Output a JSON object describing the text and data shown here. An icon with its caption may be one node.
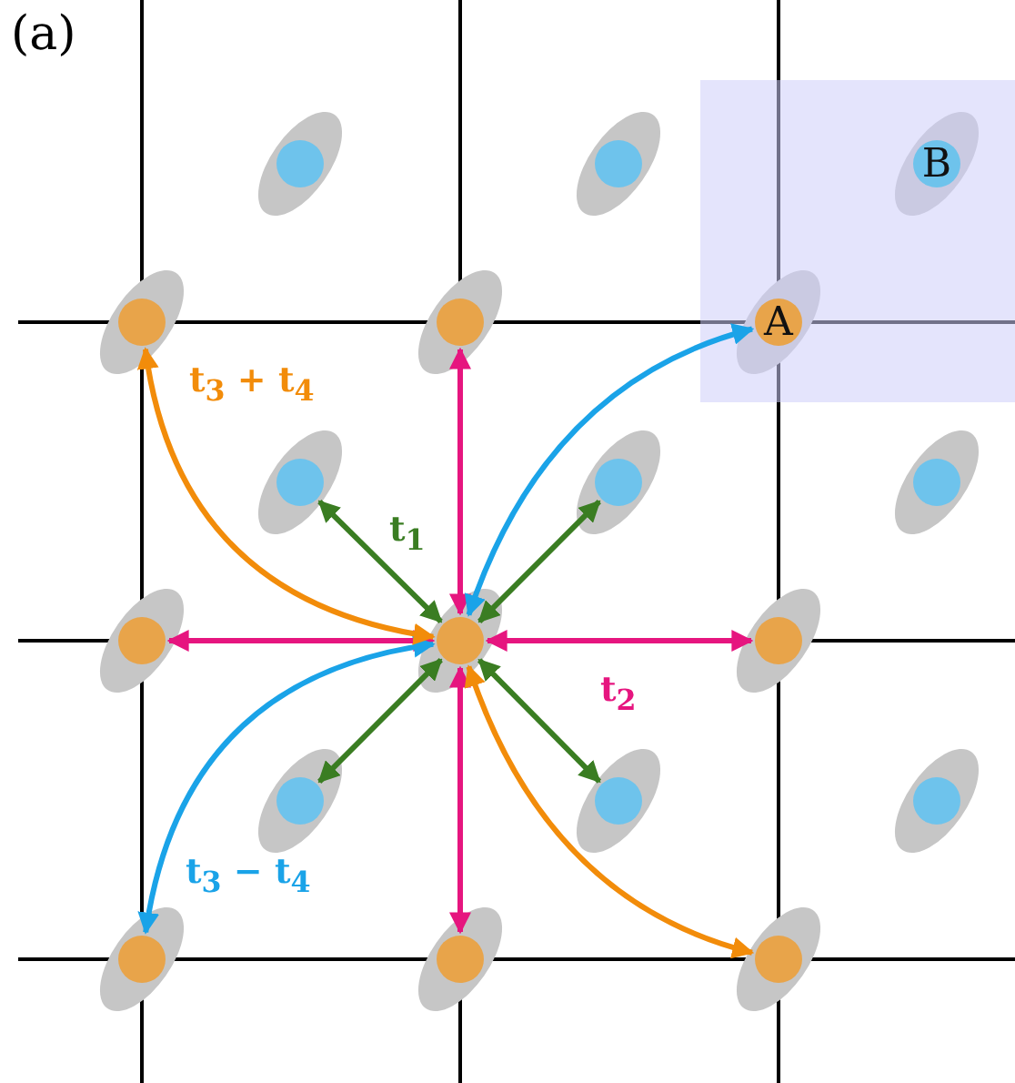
{
  "diagram": {
    "nodes": [
      {
        "text": [],
        "shape": "box"
      },
      {
        "text": [],
        "shape": "circle"
      },
      {
        "text": [],
        "shape": "circle"
      },
      {
        "text": [
          "B"
        ],
        "in": 0
      },
      {
        "text": [],
        "shape": "circle"
      },
      {
        "text": [],
        "shape": "circle"
      },
      {
        "text": [
          "A"
        ],
        "in": 0
      },
      {
        "text": [],
        "shape": "circle"
      },
      {
        "text": [],
        "shape": "circle"
      },
      {
        "text": [],
        "shape": "circle"
      },
      {
        "text": [],
        "shape": "circle"
      },
      {
        "text": [],
        "shape": "circle"
      },
      {
        "text": [],
        "shape": "circle"
      },
      {
        "text": [],
        "shape": "circle"
      },
      {
        "text": [],
        "shape": "circle"
      },
      {
        "text": [],
        "shape": "circle"
      },
      {
        "text": [],
        "shape": "circle"
      },
      {
        "text": [],
        "shape": "circle"
      },
      {
        "text": [],
        "shape": "circle"
      }
    ],
    "edges": [
      {
        "from": 11,
        "to": 5,
        "arrow": "both",
        "color": "#e6157f"
      },
      {
        "from": 11,
        "to": 10,
        "arrow": "both",
        "color": "#e6157f"
      },
      {
        "from": 11,
        "to": 12,
        "arrow": "both",
        "label": "t$_{2}$",
        "color": "#e6157f"
      },
      {
        "from": 11,
        "to": 17,
        "arrow": "both",
        "color": "#e6157f"
      },
      {
        "from": 11,
        "to": 7,
        "arrow": "both",
        "label": "t$_{1}$",
        "color": "#3a7d22"
      },
      {
        "from": 11,
        "to": 8,
        "arrow": "both",
        "color": "#3a7d22"
      },
      {
        "from": 11,
        "to": 13,
        "arrow": "both",
        "color": "#3a7d22"
      },
      {
        "from": 11,
        "to": 14,
        "arrow": "both",
        "color": "#3a7d22"
      },
      {
        "from": 11,
        "to": 6,
        "arrow": "both",
        "color": "#1aa3e8"
      },
      {
        "from": 11,
        "to": 16,
        "arrow": "both",
        "label": "t$_{3}$ − t$_{4}$",
        "color": "#1aa3e8"
      },
      {
        "from": 11,
        "to": 4,
        "arrow": "both",
        "label": "t$_{3}$ + t$_{4}$",
        "color": "#f28c0a"
      },
      {
        "from": 11,
        "to": 18,
        "arrow": "both",
        "color": "#f28c0a"
      }
    ],
    "labels": [
      "(a)"
    ]
  }
}
